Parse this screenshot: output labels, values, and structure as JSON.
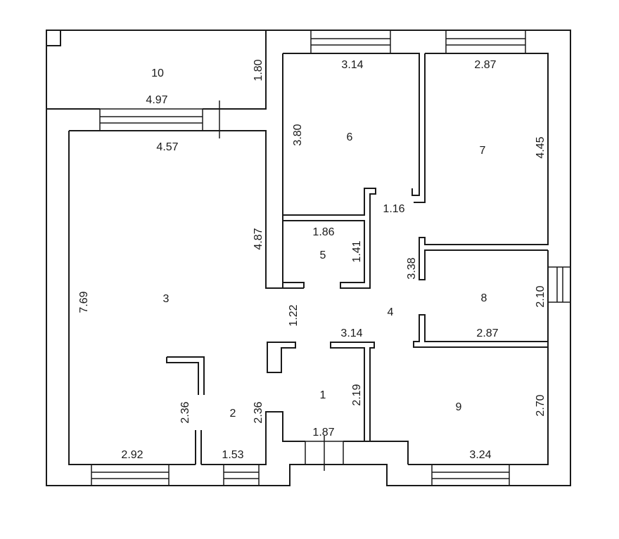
{
  "rooms": {
    "r1": "1",
    "r2": "2",
    "r3": "3",
    "r4": "4",
    "r5": "5",
    "r6": "6",
    "r7": "7",
    "r8": "8",
    "r9": "9",
    "r10": "10"
  },
  "dimensions": {
    "d_10_width": "4.97",
    "d_10_depth": "1.80",
    "d_3_width": "4.57",
    "d_3_right": "4.87",
    "d_3_left": "7.69",
    "d_6_width": "3.14",
    "d_6_depth": "3.80",
    "d_7_width": "2.87",
    "d_7_depth": "4.45",
    "d_door_116": "1.16",
    "d_5_width": "1.86",
    "d_5_depth": "1.41",
    "d_4_338": "3.38",
    "d_4_122": "1.22",
    "d_4_width": "3.14",
    "d_8_width": "2.87",
    "d_8_depth": "2.10",
    "d_1_depth": "2.19",
    "d_2_left": "2.36",
    "d_2_right": "2.36",
    "d_1_width": "1.87",
    "d_3_bottom": "2.92",
    "d_2_width": "1.53",
    "d_9_width": "3.24",
    "d_9_depth": "2.70"
  }
}
